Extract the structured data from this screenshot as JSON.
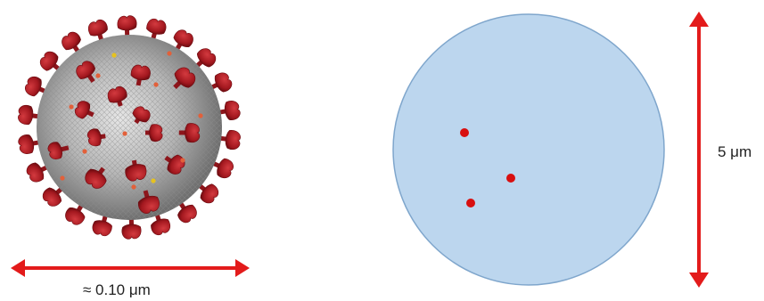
{
  "virus": {
    "illustration_name": "coronavirus-illustration",
    "scale_label": "≈ 0.10 μm"
  },
  "cell": {
    "scale_label": "5 μm",
    "particle_count": 3
  },
  "colors": {
    "arrow": "#e31b1b",
    "cell_fill": "#bcd6ee",
    "cell_stroke": "#7fa6cc",
    "particle": "#d80f0f",
    "spike": "#b01c22",
    "spike_dark": "#7d1015",
    "virus_body": "#9a9a9a",
    "virus_body_light": "#d8d8d8"
  }
}
